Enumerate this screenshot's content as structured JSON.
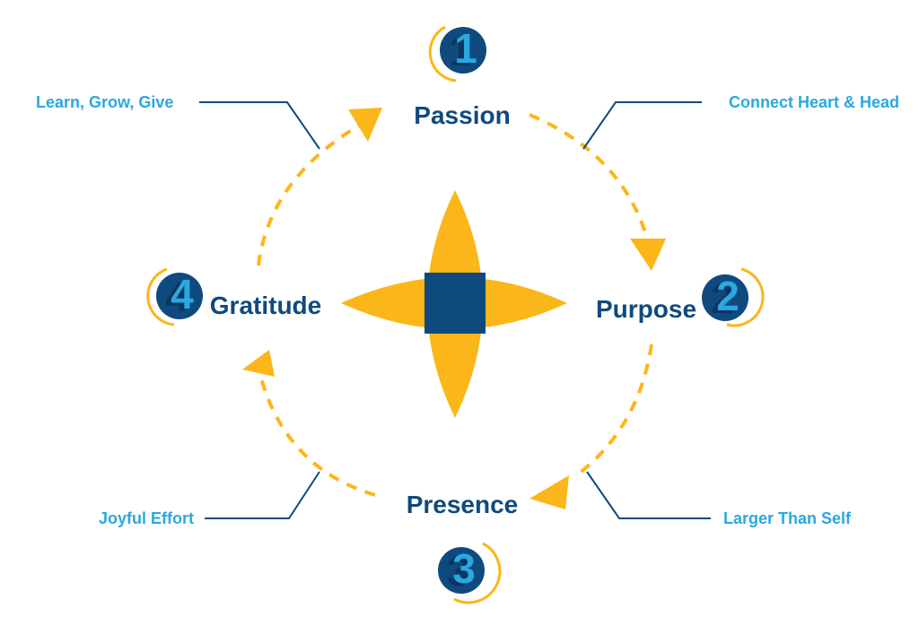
{
  "colors": {
    "navy": "#0f4a7e",
    "sky": "#2aa8e0",
    "gold": "#fbb619",
    "white": "#ffffff"
  },
  "steps": [
    {
      "number": "1",
      "label": "Passion"
    },
    {
      "number": "2",
      "label": "Purpose"
    },
    {
      "number": "3",
      "label": "Presence"
    },
    {
      "number": "4",
      "label": "Gratitude"
    }
  ],
  "callouts": [
    {
      "text": "Learn, Grow, Give"
    },
    {
      "text": "Connect Heart & Head"
    },
    {
      "text": "Larger Than Self"
    },
    {
      "text": "Joyful Effort"
    }
  ]
}
